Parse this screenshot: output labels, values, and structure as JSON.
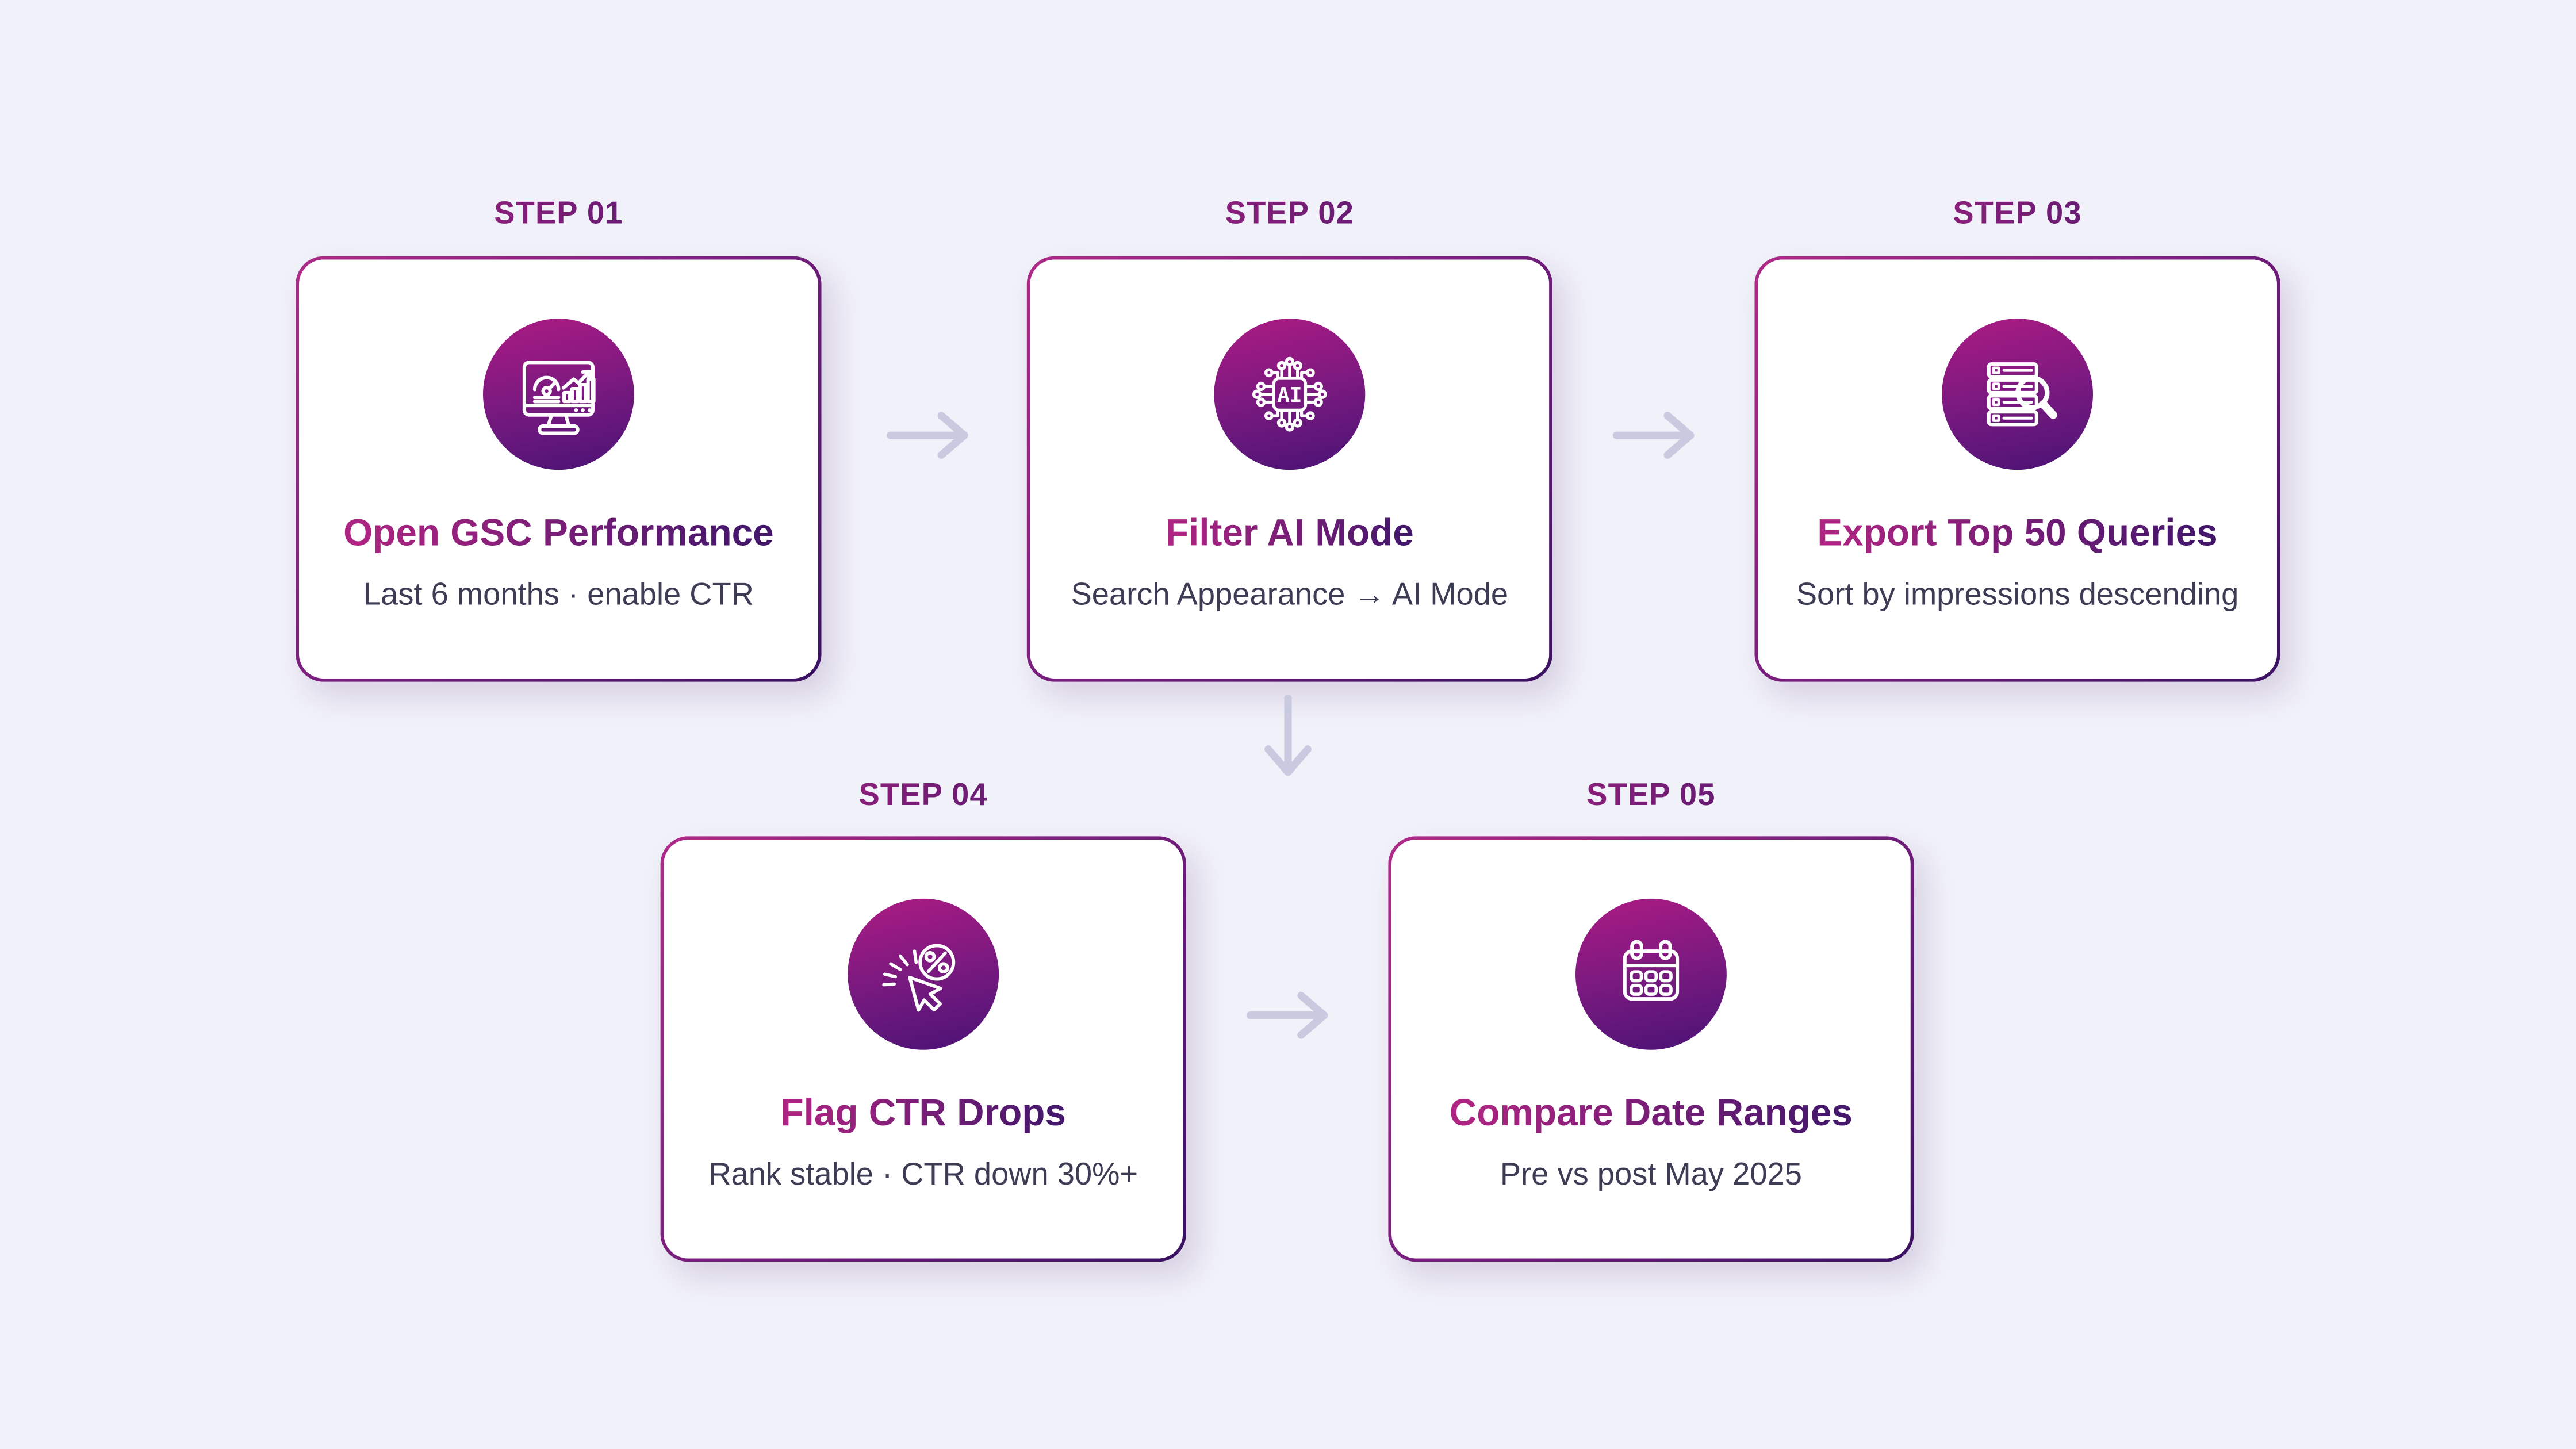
{
  "page": {
    "background_color": "#F1F1F9",
    "card_background_color": "#FFFFFF",
    "accent_gradient_start": "#AD2482",
    "accent_gradient_end": "#44176B",
    "border_gradient_start": "#AF2B88",
    "border_gradient_end": "#3A1161",
    "icon_circle_gradient_top": "#AC1B83",
    "icon_circle_gradient_bottom": "#4A1375",
    "subtitle_color": "#3D3C55",
    "arrow_color": "#C9C9E0"
  },
  "steps": [
    {
      "label": "STEP 01",
      "title": "Open GSC Performance",
      "subtitle": "Last 6 months · enable CTR",
      "icon": "dashboard-monitor-icon"
    },
    {
      "label": "STEP 02",
      "title": "Filter AI Mode",
      "subtitle": "Search Appearance → AI Mode",
      "icon": "ai-chip-icon",
      "icon_text": "AI"
    },
    {
      "label": "STEP 03",
      "title": "Export Top 50 Queries",
      "subtitle": "Sort by impressions descending",
      "icon": "database-search-icon"
    },
    {
      "label": "STEP 04",
      "title": "Flag CTR Drops",
      "subtitle": "Rank stable · CTR down 30%+",
      "icon": "cursor-click-percent-icon"
    },
    {
      "label": "STEP 05",
      "title": "Compare Date Ranges",
      "subtitle": "Pre vs post May 2025",
      "icon": "calendar-icon"
    }
  ],
  "connectors": [
    {
      "name": "step1-to-step2",
      "direction": "right"
    },
    {
      "name": "step2-to-step3",
      "direction": "right"
    },
    {
      "name": "step2-to-row2",
      "direction": "down"
    },
    {
      "name": "step4-to-step5",
      "direction": "right"
    }
  ]
}
